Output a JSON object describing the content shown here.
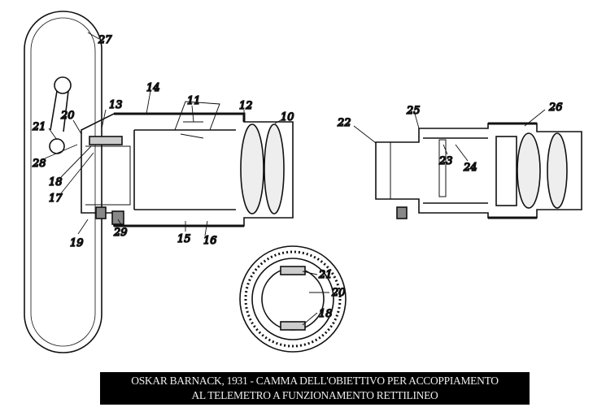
{
  "caption": {
    "line1": "OSKAR BARNACK, 1931 - CAMMA DELL'OBIETTIVO PER ACCOPPIAMENTO",
    "line2": "AL TELEMETRO A FUNZIONAMENTO RETTILINEO"
  },
  "labels": {
    "l27": "27",
    "l13": "13",
    "l14": "14",
    "l11": "11",
    "l12": "12",
    "l10": "10",
    "l20a": "20",
    "l21a": "21",
    "l28": "28",
    "l18a": "18",
    "l17": "17",
    "l19": "19",
    "l29": "29",
    "l15": "15",
    "l16": "16",
    "l22": "22",
    "l25": "25",
    "l26": "26",
    "l23": "23",
    "l24": "24",
    "l21b": "21",
    "l20b": "20",
    "l18b": "18"
  }
}
